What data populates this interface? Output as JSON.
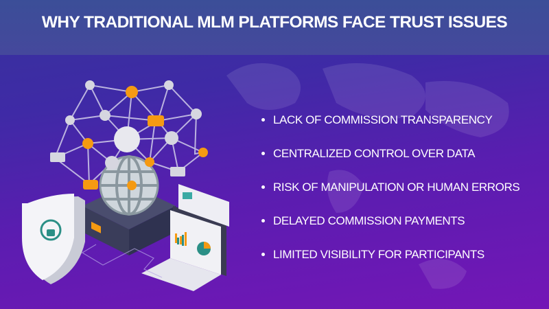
{
  "header": {
    "title": "WHY TRADITIONAL MLM PLATFORMS FACE TRUST ISSUES"
  },
  "bullets": {
    "items": [
      {
        "label": "LACK OF COMMISSION TRANSPARENCY"
      },
      {
        "label": "CENTRALIZED CONTROL OVER DATA"
      },
      {
        "label": "RISK OF MANIPULATION OR HUMAN ERRORS"
      },
      {
        "label": "DELAYED COMMISSION PAYMENTS"
      },
      {
        "label": "LIMITED VISIBILITY FOR PARTICIPANTS"
      }
    ]
  },
  "illustration": {
    "elements": [
      "network-graph",
      "globe-on-server",
      "shield-lock-icon",
      "laptop-dashboard",
      "floating-document"
    ]
  },
  "colors": {
    "header_bg": "#3f4b9a",
    "body_top": "#36339c",
    "body_bottom": "#7416b6",
    "accent_orange": "#f59a12",
    "node_gray": "#d6d6e0",
    "text": "#ffffff"
  }
}
